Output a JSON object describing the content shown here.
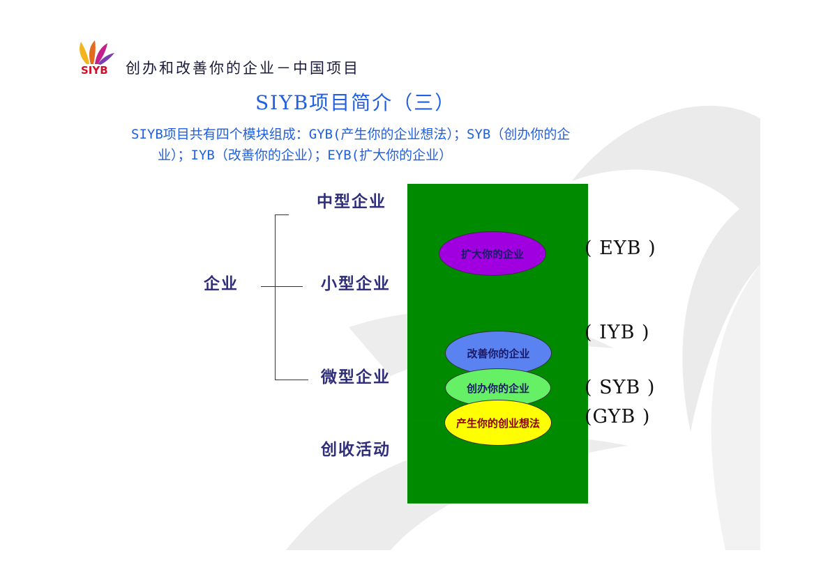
{
  "logo": {
    "text": "SIYB"
  },
  "header": {
    "title": "创办和改善你的企业－中国项目"
  },
  "slide": {
    "title": "SIYB项目简介（三）",
    "intro_line1": "SIYB项目共有四个模块组成：GYB(产生你的企业想法）；SYB（创办你的企",
    "intro_line2": "业）；IYB（改善你的企业）；EYB(扩大你的企业）"
  },
  "diagram": {
    "root": "企业",
    "levels": {
      "medium": "中型企业",
      "small": "小型企业",
      "micro": "微型企业",
      "income": "创收活动"
    },
    "modules": [
      {
        "label": "扩大你的企业",
        "code": "( EYB )",
        "color": "#a000e0",
        "text_color": "#1a1a6a"
      },
      {
        "label": "改善你的企业",
        "code": "( IYB )",
        "color": "#5a82f0",
        "text_color": "#1a1a6a"
      },
      {
        "label": "创办你的企业",
        "code": "( SYB )",
        "color": "#66f066",
        "text_color": "#1a1a6a"
      },
      {
        "label": "产生你的创业想法",
        "code": "(GYB )",
        "color": "#ffff00",
        "text_color": "#8a0000"
      }
    ],
    "panel_color": "#008a00"
  }
}
